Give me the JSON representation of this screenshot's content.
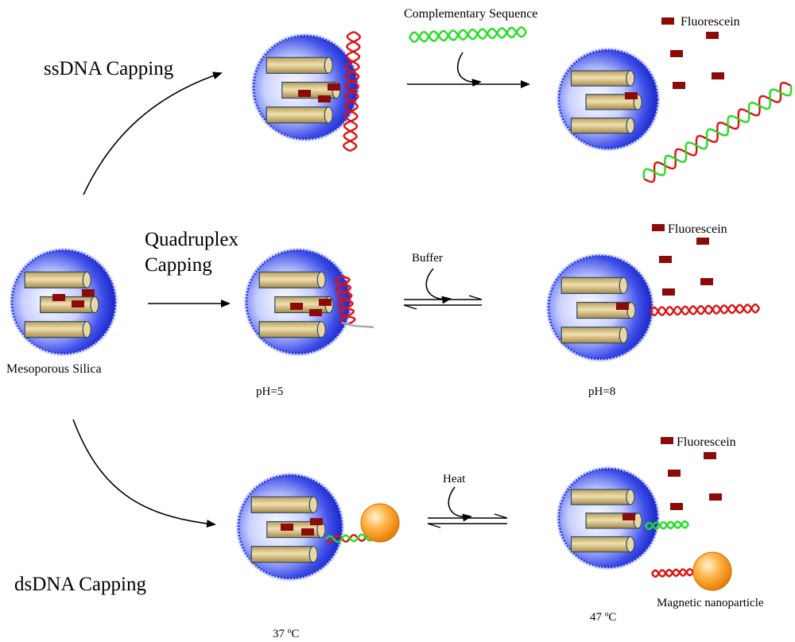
{
  "colors": {
    "sphere_blue": "#2233dd",
    "sphere_edge": "#7a8af0",
    "pore_gold": "#c8b070",
    "pore_edge": "#2a4a6a",
    "fluorescein": "#8b0a0a",
    "strand_red": "#e01010",
    "strand_green": "#22dd22",
    "strand_grey": "#a8a8a8",
    "nanoparticle_orange": "#f59a1a"
  },
  "labels": {
    "ssdna_capping": "ssDNA Capping",
    "quadruplex_capping_1": "Quadruplex",
    "quadruplex_capping_2": "Capping",
    "dsdna_capping": "dsDNA Capping",
    "mesoporous_silica": "Mesoporous Silica",
    "complementary_sequence": "Complementary Sequence",
    "fluorescein_top": "Fluorescein",
    "fluorescein_mid": "Fluorescein",
    "fluorescein_bottom": "Fluorescein",
    "buffer": "Buffer",
    "heat": "Heat",
    "ph5": "pH=5",
    "ph8": "pH=8",
    "temp37": "37 ºC",
    "temp47": "47 ºC",
    "magnetic_nanoparticle": "Magnetic nanoparticle"
  },
  "icons": {
    "particle": "mesoporous-silica-particle-icon",
    "dye": "fluorescein-icon",
    "helix": "dna-helix-icon",
    "bead": "magnetic-nanoparticle-icon"
  }
}
